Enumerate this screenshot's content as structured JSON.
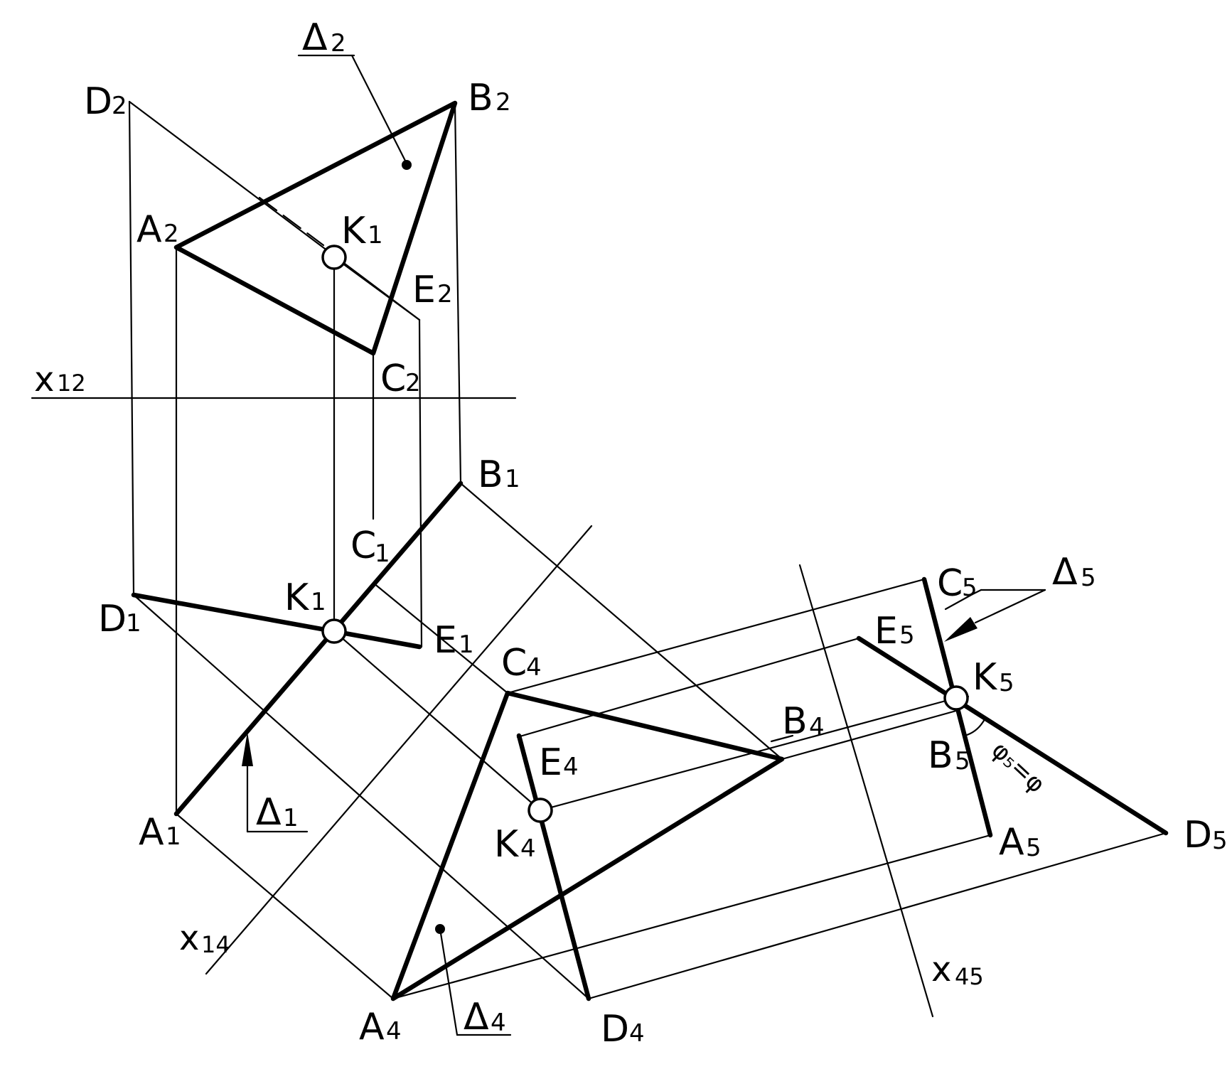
{
  "axes": {
    "x12": {
      "letter": "x",
      "sub": "12"
    },
    "x14": {
      "letter": "x",
      "sub": "14"
    },
    "x45": {
      "letter": "x",
      "sub": "45"
    }
  },
  "points": {
    "D2": {
      "letter": "D",
      "sub": "2"
    },
    "B2": {
      "letter": "B",
      "sub": "2"
    },
    "A2": {
      "letter": "A",
      "sub": "2"
    },
    "K1top": {
      "letter": "K",
      "sub": "1"
    },
    "E2": {
      "letter": "E",
      "sub": "2"
    },
    "C2": {
      "letter": "C",
      "sub": "2"
    },
    "B1": {
      "letter": "B",
      "sub": "1"
    },
    "C1": {
      "letter": "C",
      "sub": "1"
    },
    "D1": {
      "letter": "D",
      "sub": "1"
    },
    "K1": {
      "letter": "K",
      "sub": "1"
    },
    "E1": {
      "letter": "E",
      "sub": "1"
    },
    "A1": {
      "letter": "A",
      "sub": "1"
    },
    "C4": {
      "letter": "C",
      "sub": "4"
    },
    "E4": {
      "letter": "E",
      "sub": "4"
    },
    "K4": {
      "letter": "K",
      "sub": "4"
    },
    "B4": {
      "letter": "B",
      "sub": "4"
    },
    "A4": {
      "letter": "A",
      "sub": "4"
    },
    "D4": {
      "letter": "D",
      "sub": "4"
    },
    "C5": {
      "letter": "C",
      "sub": "5"
    },
    "E5": {
      "letter": "E",
      "sub": "5"
    },
    "K5": {
      "letter": "K",
      "sub": "5"
    },
    "B5": {
      "letter": "B",
      "sub": "5"
    },
    "A5": {
      "letter": "A",
      "sub": "5"
    },
    "D5": {
      "letter": "D",
      "sub": "5"
    }
  },
  "planes": {
    "delta2": {
      "letter": "Δ",
      "sub": "2"
    },
    "delta1": {
      "letter": "Δ",
      "sub": "1"
    },
    "delta4": {
      "letter": "Δ",
      "sub": "4"
    },
    "delta5": {
      "letter": "Δ",
      "sub": "5"
    }
  },
  "angle": {
    "text": "φ₅=φ"
  }
}
